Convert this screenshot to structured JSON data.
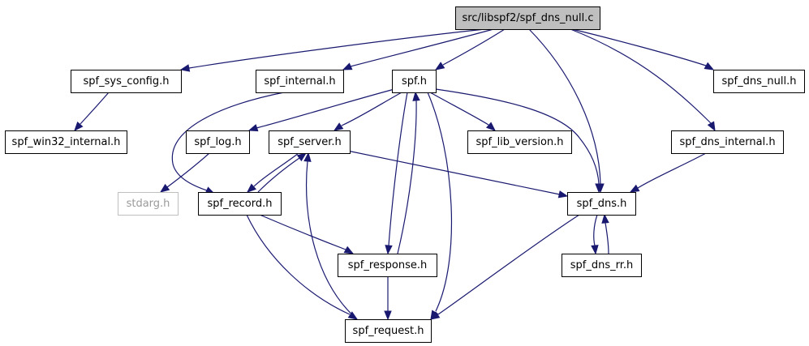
{
  "graph": {
    "colors": {
      "edge": "#191970",
      "root_fill": "#bfbfbf",
      "node_border": "#000000",
      "external_border": "#bfbfbf",
      "external_text": "#9a9a9a"
    },
    "nodes": [
      {
        "id": "spf_dns_null_c",
        "label": "src/libspf2/spf_dns_null.c",
        "style": "root"
      },
      {
        "id": "spf_sys_config_h",
        "label": "spf_sys_config.h",
        "style": "normal"
      },
      {
        "id": "spf_internal_h",
        "label": "spf_internal.h",
        "style": "normal"
      },
      {
        "id": "spf_h",
        "label": "spf.h",
        "style": "normal"
      },
      {
        "id": "spf_dns_null_h",
        "label": "spf_dns_null.h",
        "style": "normal"
      },
      {
        "id": "spf_win32_internal_h",
        "label": "spf_win32_internal.h",
        "style": "normal"
      },
      {
        "id": "spf_log_h",
        "label": "spf_log.h",
        "style": "normal"
      },
      {
        "id": "spf_server_h",
        "label": "spf_server.h",
        "style": "normal"
      },
      {
        "id": "spf_lib_version_h",
        "label": "spf_lib_version.h",
        "style": "normal"
      },
      {
        "id": "spf_dns_internal_h",
        "label": "spf_dns_internal.h",
        "style": "normal"
      },
      {
        "id": "stdarg_h",
        "label": "stdarg.h",
        "style": "external"
      },
      {
        "id": "spf_record_h",
        "label": "spf_record.h",
        "style": "normal"
      },
      {
        "id": "spf_dns_h",
        "label": "spf_dns.h",
        "style": "normal"
      },
      {
        "id": "spf_response_h",
        "label": "spf_response.h",
        "style": "normal"
      },
      {
        "id": "spf_dns_rr_h",
        "label": "spf_dns_rr.h",
        "style": "normal"
      },
      {
        "id": "spf_request_h",
        "label": "spf_request.h",
        "style": "normal"
      }
    ],
    "edges": [
      {
        "from": "spf_dns_null_c",
        "to": "spf_sys_config_h"
      },
      {
        "from": "spf_dns_null_c",
        "to": "spf_internal_h"
      },
      {
        "from": "spf_dns_null_c",
        "to": "spf_h"
      },
      {
        "from": "spf_dns_null_c",
        "to": "spf_dns_null_h"
      },
      {
        "from": "spf_dns_null_c",
        "to": "spf_dns_internal_h"
      },
      {
        "from": "spf_dns_null_c",
        "to": "spf_dns_h"
      },
      {
        "from": "spf_sys_config_h",
        "to": "spf_win32_internal_h"
      },
      {
        "from": "spf_internal_h",
        "to": "spf_record_h"
      },
      {
        "from": "spf_h",
        "to": "spf_log_h"
      },
      {
        "from": "spf_h",
        "to": "spf_server_h"
      },
      {
        "from": "spf_h",
        "to": "spf_lib_version_h"
      },
      {
        "from": "spf_h",
        "to": "spf_dns_h"
      },
      {
        "from": "spf_h",
        "to": "spf_response_h"
      },
      {
        "from": "spf_h",
        "to": "spf_request_h"
      },
      {
        "from": "spf_log_h",
        "to": "stdarg_h"
      },
      {
        "from": "spf_server_h",
        "to": "spf_record_h"
      },
      {
        "from": "spf_server_h",
        "to": "spf_dns_h"
      },
      {
        "from": "spf_record_h",
        "to": "spf_server_h"
      },
      {
        "from": "spf_record_h",
        "to": "spf_response_h"
      },
      {
        "from": "spf_record_h",
        "to": "spf_request_h"
      },
      {
        "from": "spf_response_h",
        "to": "spf_h"
      },
      {
        "from": "spf_response_h",
        "to": "spf_request_h"
      },
      {
        "from": "spf_request_h",
        "to": "spf_server_h"
      },
      {
        "from": "spf_dns_internal_h",
        "to": "spf_dns_h"
      },
      {
        "from": "spf_dns_h",
        "to": "spf_dns_rr_h"
      },
      {
        "from": "spf_dns_h",
        "to": "spf_request_h"
      },
      {
        "from": "spf_dns_rr_h",
        "to": "spf_dns_h"
      }
    ]
  }
}
